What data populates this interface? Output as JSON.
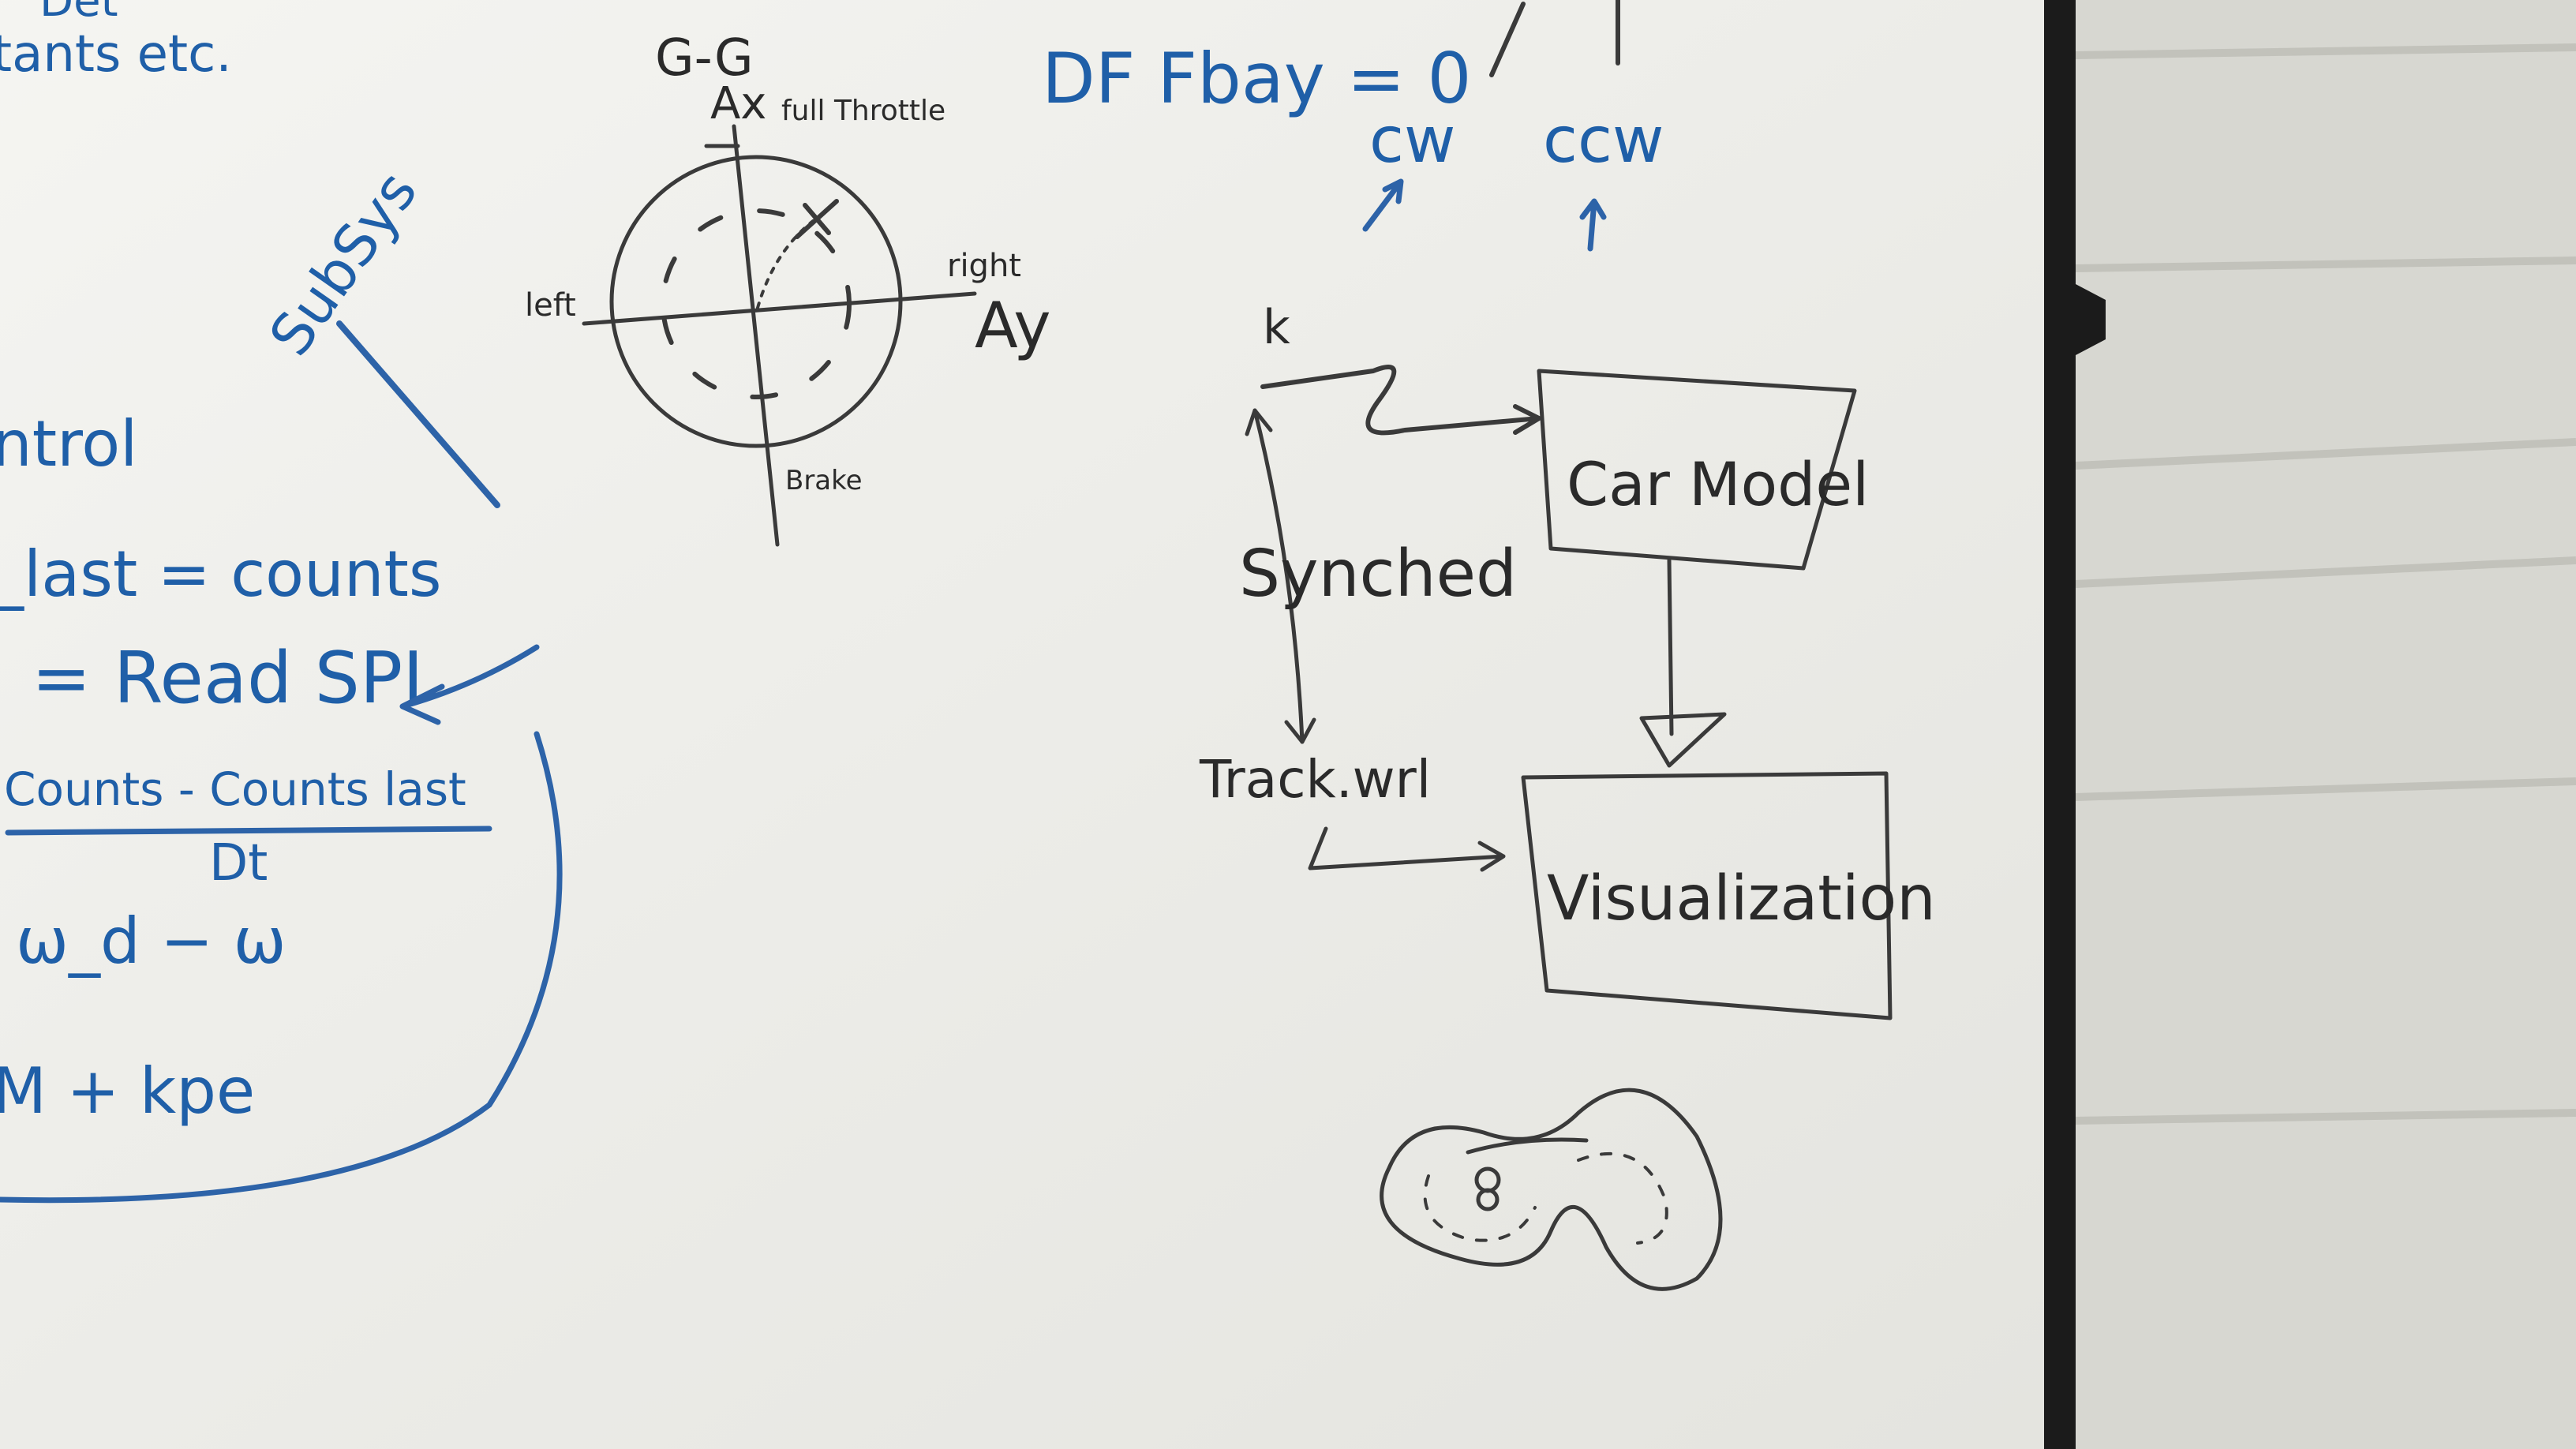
{
  "scene": {
    "board_color": "#f2f2ee",
    "wall_color": "#d9d9d3",
    "frame_color": "#1b1b1b",
    "ink_blue": "#2d63a8",
    "ink_black": "#333333"
  },
  "left_notes": {
    "top_fragment": "Det",
    "top_line": "tants etc.",
    "subsys": "SubSys",
    "control": "ntrol",
    "counts_last": "_last = counts",
    "read_spi": "= Read SPI",
    "fraction_num": "Counts - Counts last",
    "fraction_den": "Dt",
    "omega_line": "ω_d − ω",
    "kpe_line": "M + kpe"
  },
  "gg_diagram": {
    "title": "G-G",
    "ax_label": "Ax",
    "full_throttle": "full Throttle",
    "left_label": "left",
    "right_label": "right",
    "ay_label": "Ay",
    "brake_label": "Brake"
  },
  "top_right": {
    "equation": "DF Fbay = 0",
    "cw": "cw",
    "ccw": "ccw"
  },
  "flow_diagram": {
    "k_label": "k",
    "synched_label": "Synched",
    "car_model": "Car Model",
    "track_label": "Track.wrl",
    "visualization": "Visualization"
  }
}
